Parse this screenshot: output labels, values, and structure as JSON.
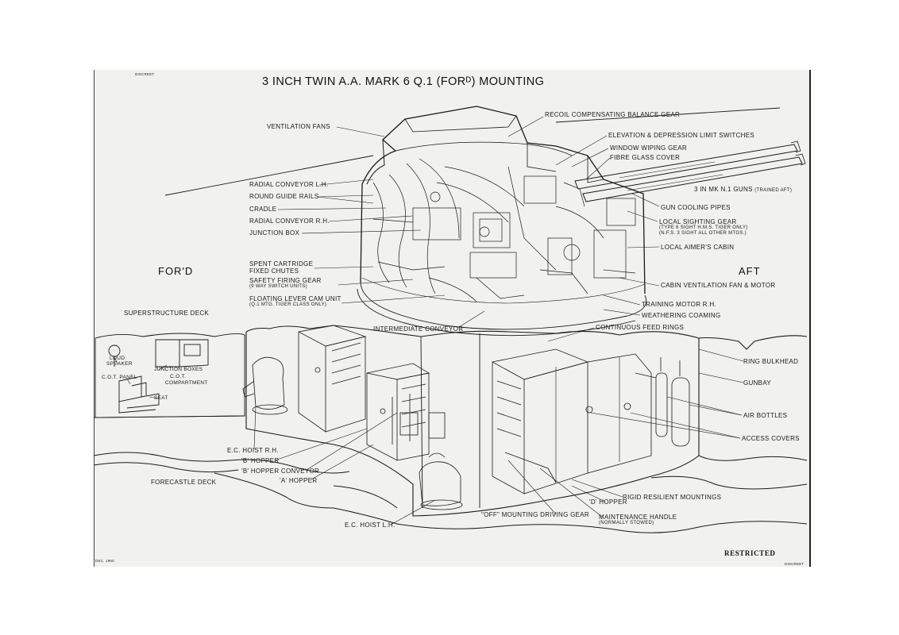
{
  "title": "3 INCH TWIN A.A. MARK 6 Q.1 (FORᴰ) MOUNTING",
  "directions": {
    "forward": "FOR'D",
    "aft": "AFT"
  },
  "corner_marks": {
    "top_left": "DISCREET",
    "bottom_left": "DEC. 1960",
    "bottom_right": "DISCREET"
  },
  "restricted": "RESTRICTED",
  "labels": {
    "ventilation_fans": "VENTILATION FANS",
    "recoil_gear": "RECOIL COMPENSATING BALANCE GEAR",
    "elevation_switches": "ELEVATION & DEPRESSION LIMIT SWITCHES",
    "window_wiping": "WINDOW WIPING GEAR",
    "fibre_glass": "FIBRE GLASS COVER",
    "radial_conveyor_lh": "RADIAL CONVEYOR L.H.",
    "round_guide_rails": "ROUND GUIDE RAILS",
    "cradle": "CRADLE",
    "radial_conveyor_rh": "RADIAL CONVEYOR R.H.",
    "junction_box": "JUNCTION BOX",
    "guns": "3 IN MK N.1 GUNS",
    "guns_sub": "(TRAINED AFT)",
    "gun_cooling": "GUN COOLING PIPES",
    "local_sighting": "LOCAL SIGHTING GEAR",
    "local_sighting_sub1": "(TYPE 6 SIGHT H.M.S. TIGER ONLY)",
    "local_sighting_sub2": "(N.F.S. 3 SIGHT ALL OTHER MTGS.)",
    "local_aimers": "LOCAL AIMER'S CABIN",
    "spent_cartridge_1": "SPENT CARTRIDGE",
    "spent_cartridge_2": "FIXED CHUTES",
    "safety_firing": "SAFETY FIRING GEAR",
    "safety_firing_sub": "(9 WAY SWITCH UNITS)",
    "cabin_vent": "CABIN VENTILATION FAN & MOTOR",
    "floating_lever": "FLOATING LEVER CAM UNIT",
    "floating_lever_sub": "(Q.1 MTG. TIGER CLASS ONLY)",
    "training_motor": "TRAINING MOTOR R.H.",
    "superstructure_deck": "SUPERSTRUCTURE DECK",
    "weathering": "WEATHERING COAMING",
    "intermediate_conveyor": "INTERMEDIATE CONVEYOR",
    "continuous_feed": "CONTINUOUS FEED RINGS",
    "loud_speaker_1": "LOUD",
    "loud_speaker_2": "SPEAKER",
    "junction_boxes": "JUNCTION BOXES",
    "cot_panel": "C.O.T. PANEL",
    "cot_compartment_1": "C.O.T.",
    "cot_compartment_2": "COMPARTMENT",
    "seat": "SEAT",
    "ring_bulkhead": "RING BULKHEAD",
    "gunbay": "GUNBAY",
    "air_bottles": "AIR BOTTLES",
    "access_covers": "ACCESS COVERS",
    "ec_hoist_rh": "E.C. HOIST R.H.",
    "b_hopper": "'B' HOPPER",
    "b_hopper_conveyor": "'B' HOPPER CONVEYOR",
    "a_hopper": "'A' HOPPER",
    "forecastle_deck": "FORECASTLE DECK",
    "rigid_mountings": "RIGID RESILIENT MOUNTINGS",
    "d_hopper": "'D' HOPPER",
    "off_mounting": "\"OFF\" MOUNTING DRIVING GEAR",
    "maintenance_handle": "MAINTENANCE HANDLE",
    "maintenance_handle_sub": "(NORMALLY STOWED)",
    "ec_hoist_lh": "E.C. HOIST L.H."
  }
}
